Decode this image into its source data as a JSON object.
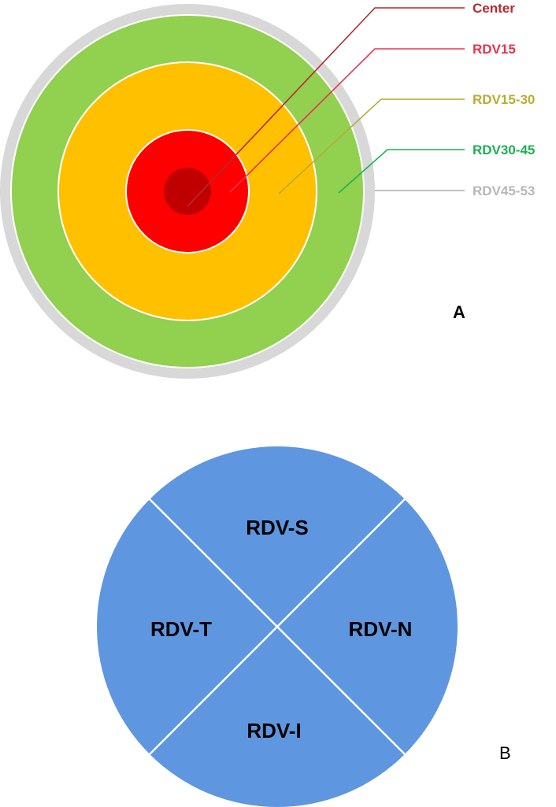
{
  "panel_a": {
    "letter": "A",
    "rings": [
      {
        "key": "rdv45_53",
        "label": "RDV45-53",
        "color": "#d8d8d8",
        "line_color": "#b7b7b7"
      },
      {
        "key": "rdv30_45",
        "label": "RDV30-45",
        "color": "#92d050",
        "line_color": "#1db052"
      },
      {
        "key": "rdv15_30",
        "label": "RDV15-30",
        "color": "#ffc000",
        "line_color": "#b8ac34"
      },
      {
        "key": "rdv15",
        "label": "RDV15",
        "color": "#ff0000",
        "line_color": "#e8344e"
      },
      {
        "key": "center",
        "label": "Center",
        "color": "#c00000",
        "line_color": "#b42a2f"
      }
    ]
  },
  "panel_b": {
    "letter": "B",
    "color": "#5f96e0",
    "quadrants": {
      "superior": "RDV-S",
      "temporal": "RDV-T",
      "nasal": "RDV-N",
      "inferior": "RDV-I"
    }
  }
}
